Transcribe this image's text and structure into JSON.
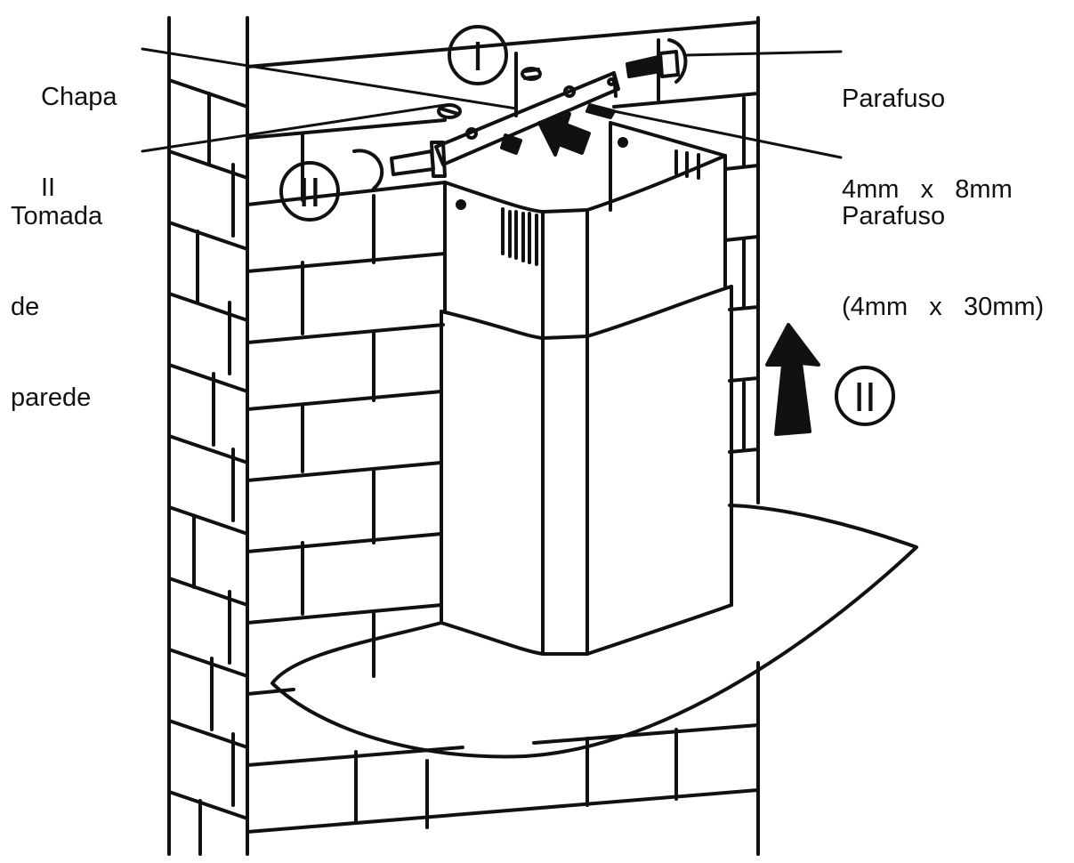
{
  "labels": {
    "chapa": [
      "Chapa",
      "II"
    ],
    "tomada": [
      "Tomada",
      "de",
      "parede"
    ],
    "parafuso_small": [
      "Parafuso",
      "4mm   x   8mm"
    ],
    "parafuso_large": [
      "Parafuso",
      "(4mm   x   30mm)"
    ]
  },
  "step_badges": {
    "top": "I",
    "left": "II",
    "right": "II"
  },
  "colors": {
    "ink": "#111111",
    "background": "#ffffff"
  }
}
